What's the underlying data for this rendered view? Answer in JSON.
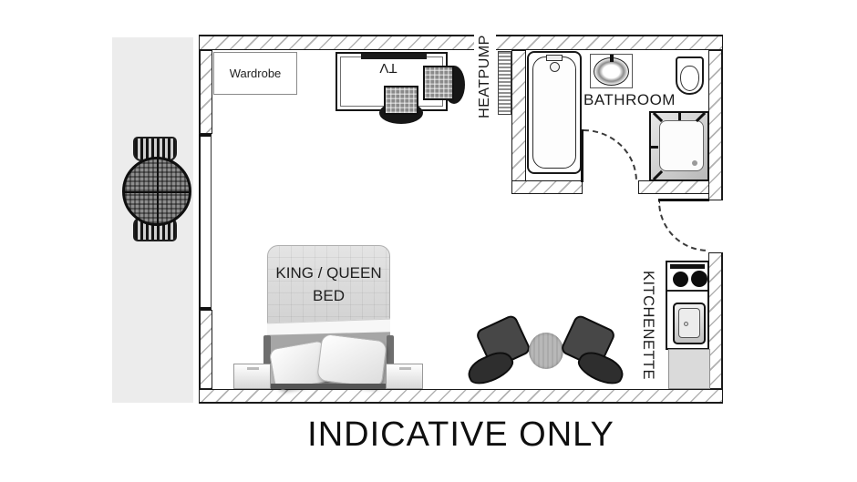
{
  "caption": "INDICATIVE ONLY",
  "colors": {
    "line": "#141414",
    "wall_hatch": "#b2b2b2",
    "balcony_floor": "#ececec",
    "lounge_chair": "#3d3d3d",
    "coffee_table": "#b8b8b8",
    "fridge": "#dadada"
  },
  "floorplan": {
    "labels": {
      "wardrobe": "Wardrobe",
      "tv": "TV",
      "heatpump": "HEATPUMP",
      "bathroom": "BATHROOM",
      "kitchenette": "KITCHENETTE",
      "bed_line1": "KING / QUEEN",
      "bed_line2": "BED"
    },
    "fixtures": [
      "window",
      "balcony-bistro-set",
      "wardrobe",
      "tv-desk",
      "desk-chairs",
      "heatpump-unit",
      "bathtub",
      "vanity-sink",
      "toilet",
      "shower",
      "bathroom-door",
      "entry-door",
      "king-queen-bed",
      "nightstands",
      "lounge-chairs",
      "coffee-table",
      "kitchenette-hob",
      "kitchenette-sink",
      "fridge"
    ]
  }
}
